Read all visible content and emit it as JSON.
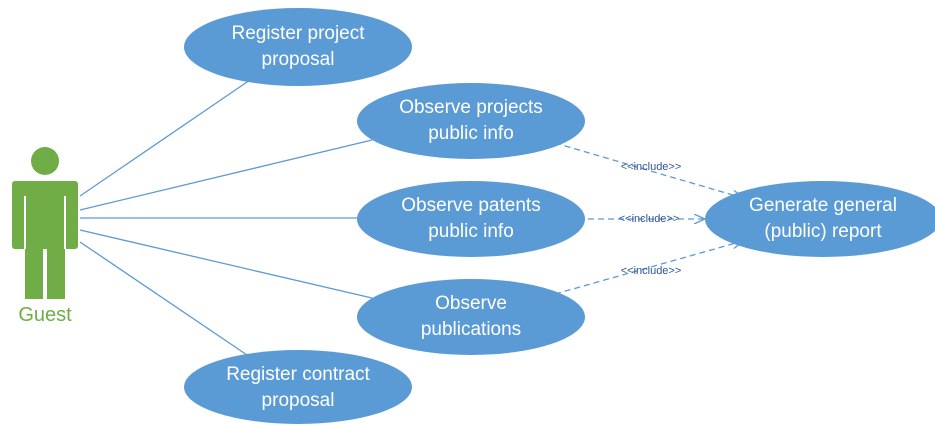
{
  "colors": {
    "use_case_fill": "#5b9bd5",
    "use_case_text": "#ffffff",
    "actor_fill": "#70ad47",
    "actor_label": "#70ad47",
    "line": "#5b9bd5",
    "include_label": "#2f5597"
  },
  "actor": {
    "label": "Guest"
  },
  "use_cases": {
    "register_project": {
      "line1": "Register project",
      "line2": "proposal"
    },
    "observe_projects": {
      "line1": "Observe projects",
      "line2": "public info"
    },
    "observe_patents": {
      "line1": "Observe patents",
      "line2": "public info"
    },
    "observe_publications": {
      "line1": "Observe",
      "line2": "publications"
    },
    "register_contract": {
      "line1": "Register contract",
      "line2": "proposal"
    },
    "generate_report": {
      "line1": "Generate general",
      "line2": "(public) report"
    }
  },
  "includes": {
    "projects_to_report": "<<include>>",
    "patents_to_report": "<<include>>",
    "publications_to_report": "<<include>>"
  }
}
